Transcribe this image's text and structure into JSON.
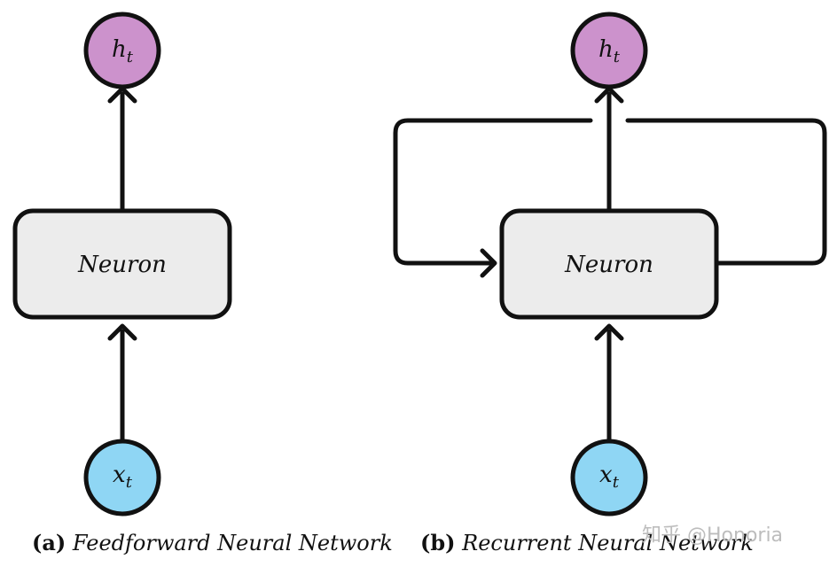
{
  "panel_a": {
    "output_label": "h",
    "output_sub": "t",
    "box_label": "Neuron",
    "input_label": "x",
    "input_sub": "t",
    "caption_tag": "(a)",
    "caption_text": "Feedforward Neural Network"
  },
  "panel_b": {
    "output_label": "h",
    "output_sub": "t",
    "box_label": "Neuron",
    "input_label": "x",
    "input_sub": "t",
    "caption_tag": "(b)",
    "caption_text": "Recurrent Neural Network"
  },
  "watermark": "知乎 @Honoria",
  "colors": {
    "output_node": "#cc92cc",
    "input_node": "#8fd6f4",
    "neuron_box": "#ececec",
    "stroke": "#111111"
  }
}
